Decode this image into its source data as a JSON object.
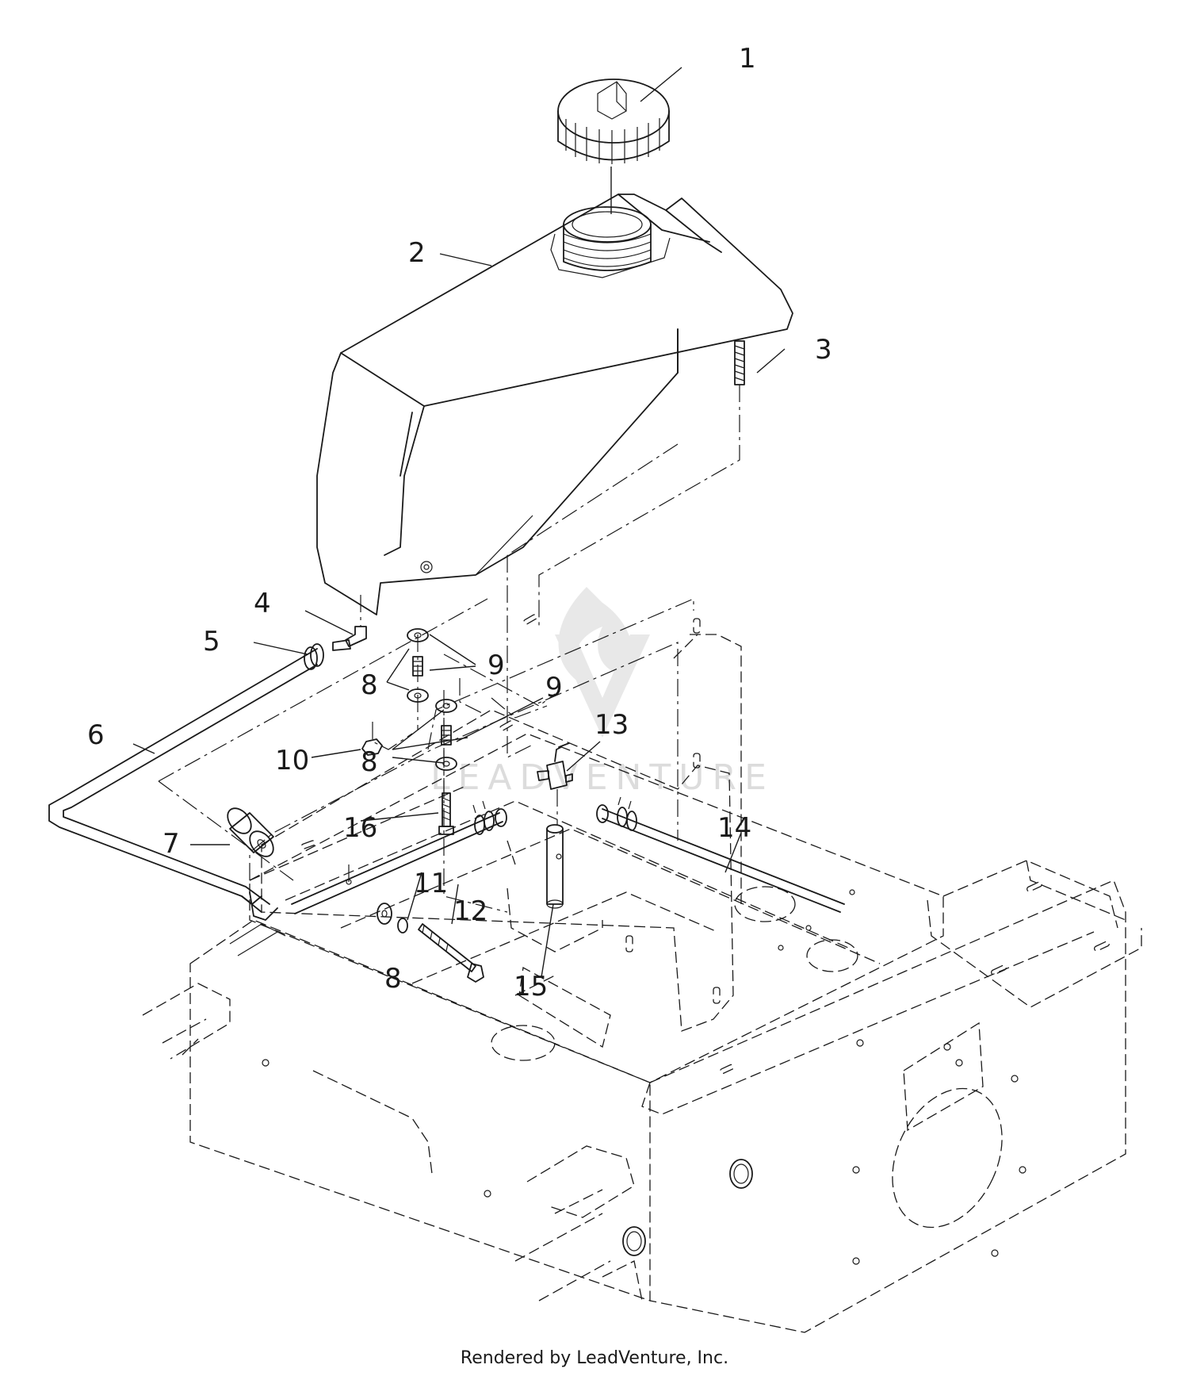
{
  "diagram": {
    "callouts": [
      {
        "id": "c1",
        "text": "1"
      },
      {
        "id": "c2",
        "text": "2"
      },
      {
        "id": "c3",
        "text": "3"
      },
      {
        "id": "c4",
        "text": "4"
      },
      {
        "id": "c5",
        "text": "5"
      },
      {
        "id": "c6",
        "text": "6"
      },
      {
        "id": "c7",
        "text": "7"
      },
      {
        "id": "c8a",
        "text": "8"
      },
      {
        "id": "c8b",
        "text": "8"
      },
      {
        "id": "c8c",
        "text": "8"
      },
      {
        "id": "c9a",
        "text": "9"
      },
      {
        "id": "c9b",
        "text": "9"
      },
      {
        "id": "c10",
        "text": "10"
      },
      {
        "id": "c11",
        "text": "11"
      },
      {
        "id": "c12",
        "text": "12"
      },
      {
        "id": "c13",
        "text": "13"
      },
      {
        "id": "c14",
        "text": "14"
      },
      {
        "id": "c15",
        "text": "15"
      },
      {
        "id": "c16",
        "text": "16"
      }
    ],
    "watermark": "LEADVENTURE",
    "credit": "Rendered by LeadVenture, Inc."
  }
}
